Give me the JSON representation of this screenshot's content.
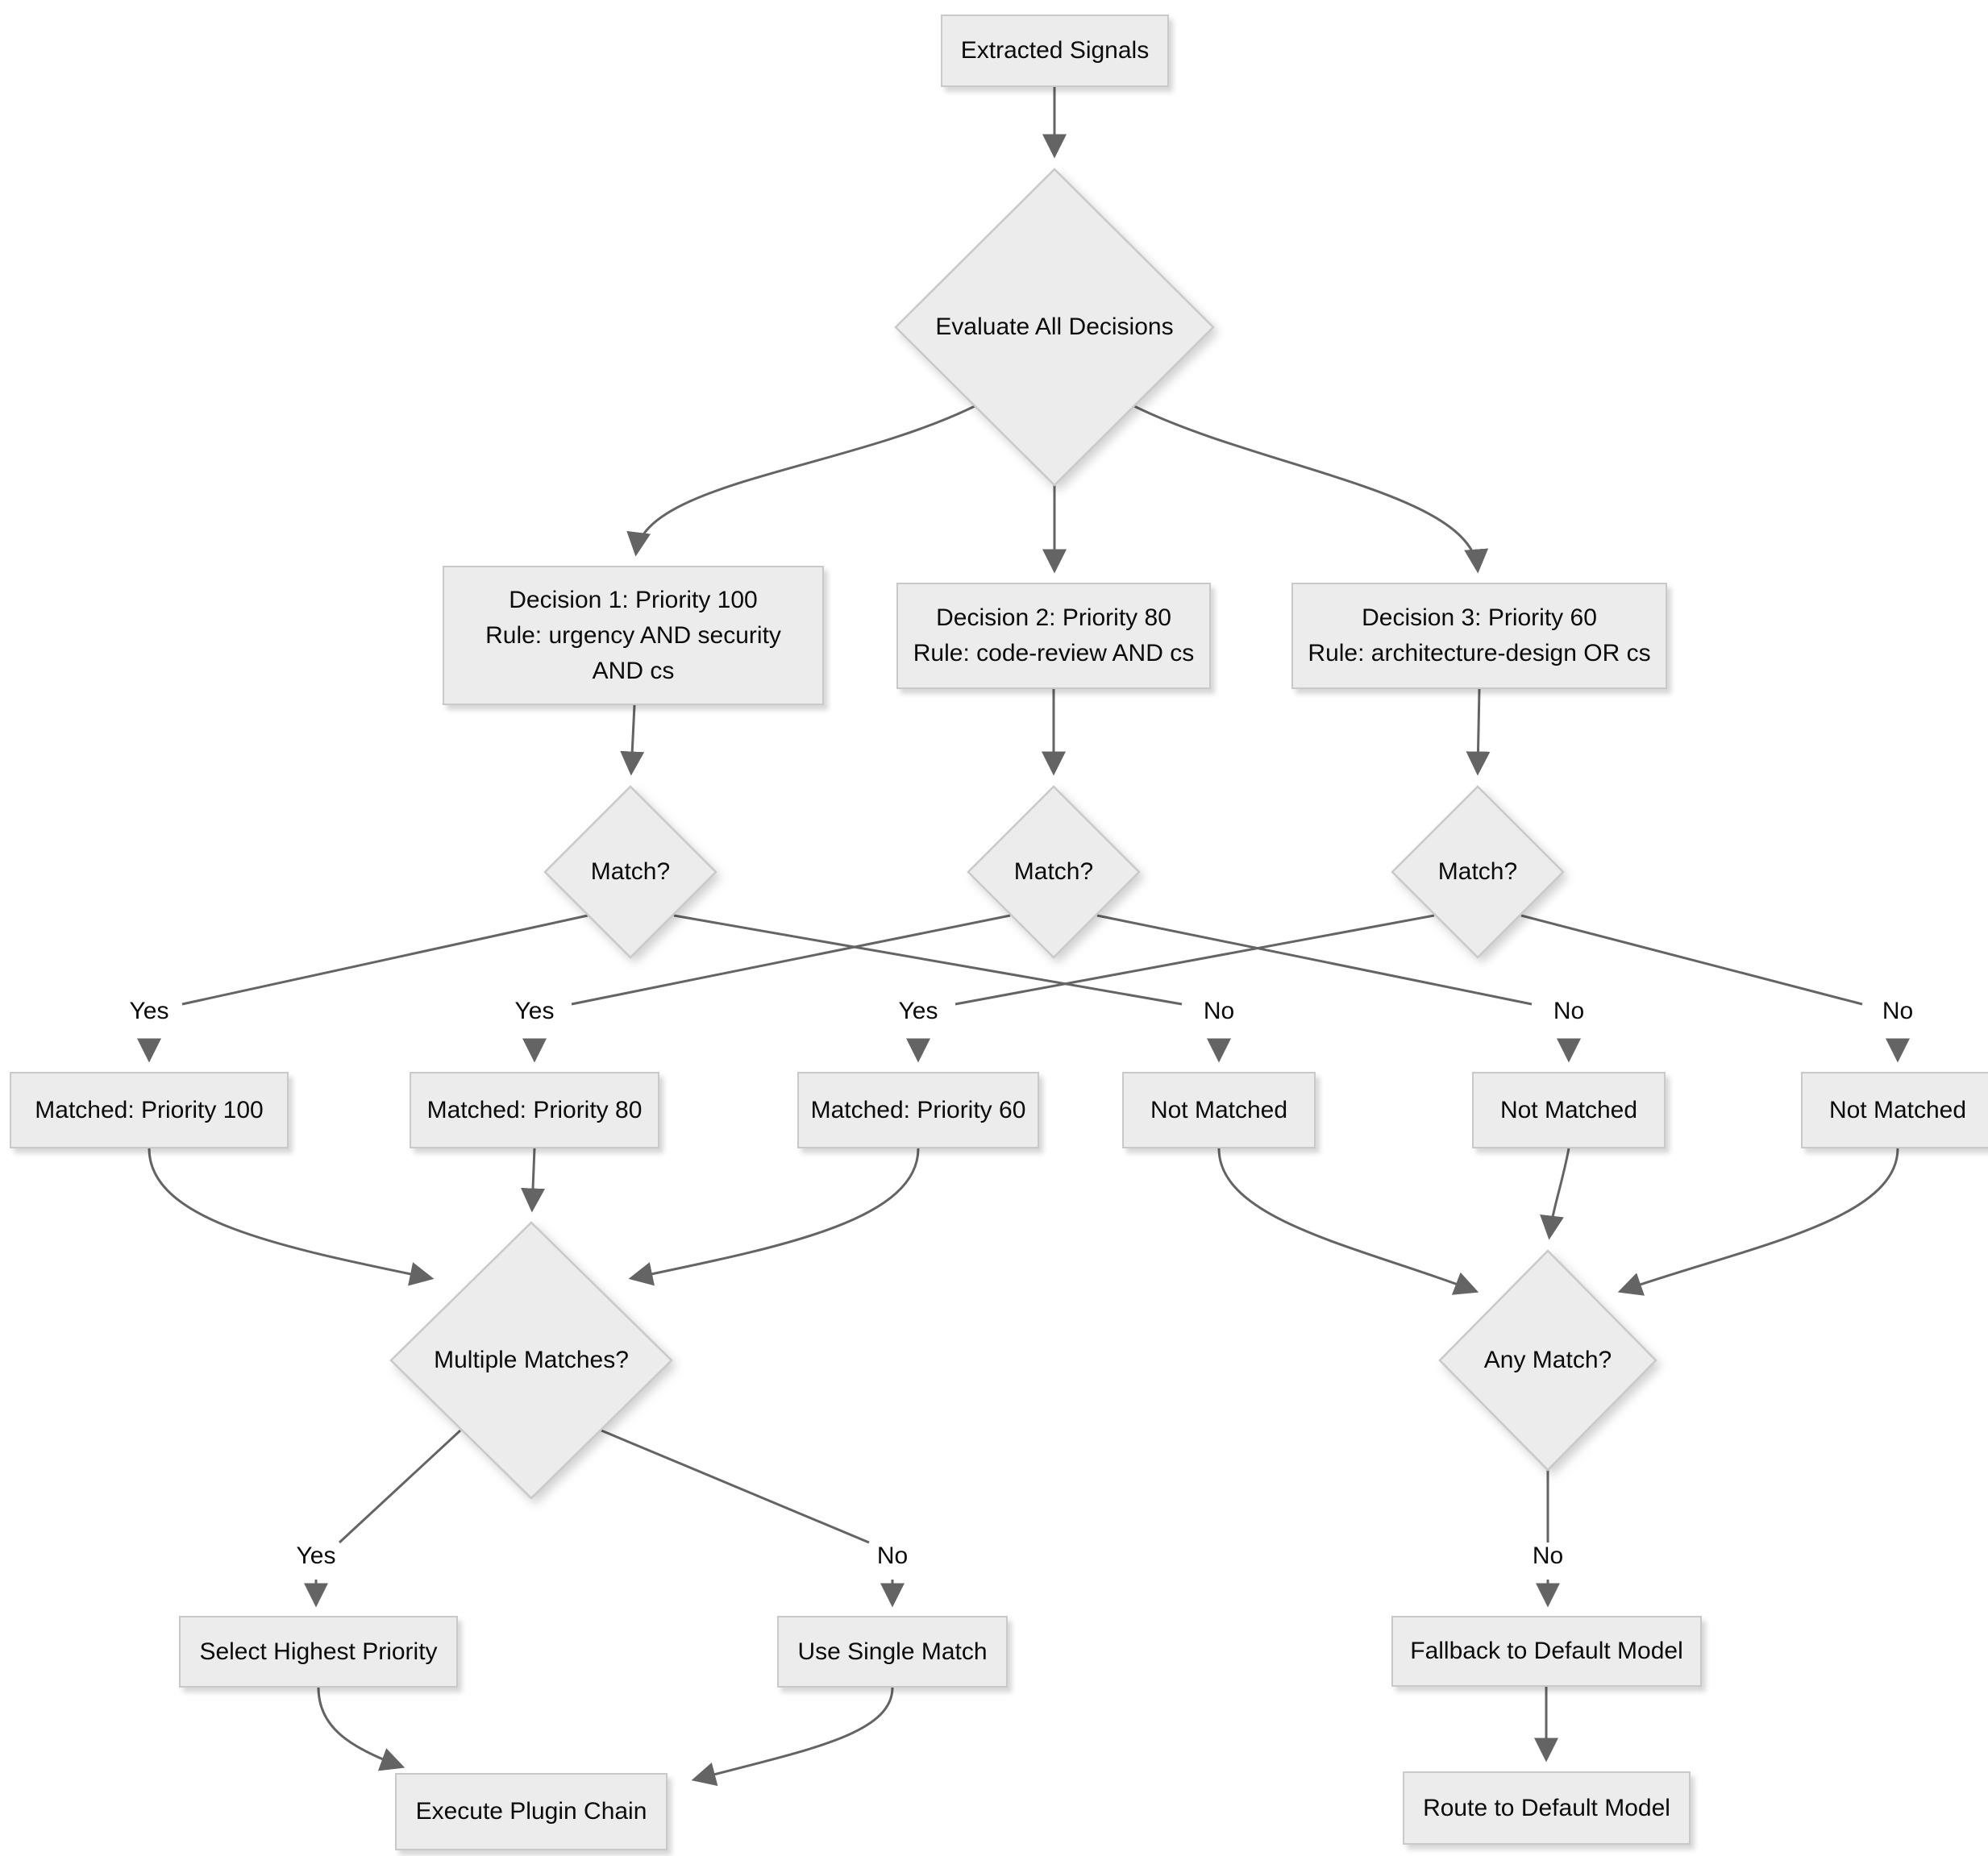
{
  "diagram": {
    "title": "Decision routing flowchart",
    "nodes": {
      "extracted_signals": "Extracted Signals",
      "evaluate_all_decisions": "Evaluate All Decisions",
      "decision1_l1": "Decision 1: Priority 100",
      "decision1_l2": "Rule: urgency AND security",
      "decision1_l3": "AND cs",
      "decision2_l1": "Decision 2: Priority 80",
      "decision2_l2": "Rule: code-review AND cs",
      "decision3_l1": "Decision 3: Priority 60",
      "decision3_l2": "Rule: architecture-design OR cs",
      "match1": "Match?",
      "match2": "Match?",
      "match3": "Match?",
      "matched_p100": "Matched: Priority 100",
      "matched_p80": "Matched: Priority 80",
      "matched_p60": "Matched: Priority 60",
      "not_matched_1": "Not Matched",
      "not_matched_2": "Not Matched",
      "not_matched_3": "Not Matched",
      "multiple_matches": "Multiple Matches?",
      "any_match": "Any Match?",
      "select_highest_priority": "Select Highest Priority",
      "use_single_match": "Use Single Match",
      "execute_plugin_chain": "Execute Plugin Chain",
      "fallback_default": "Fallback to Default Model",
      "route_default": "Route to Default Model"
    },
    "edge_labels": {
      "m1_yes": "Yes",
      "m2_yes": "Yes",
      "m3_yes": "Yes",
      "m1_no": "No",
      "m2_no": "No",
      "m3_no": "No",
      "mm_yes": "Yes",
      "mm_no": "No",
      "am_no": "No"
    },
    "colors": {
      "node_fill": "#ececec",
      "node_border": "#c9c9c9",
      "edge": "#646464",
      "text": "#0b0b0b",
      "background": "#ffffff"
    }
  }
}
